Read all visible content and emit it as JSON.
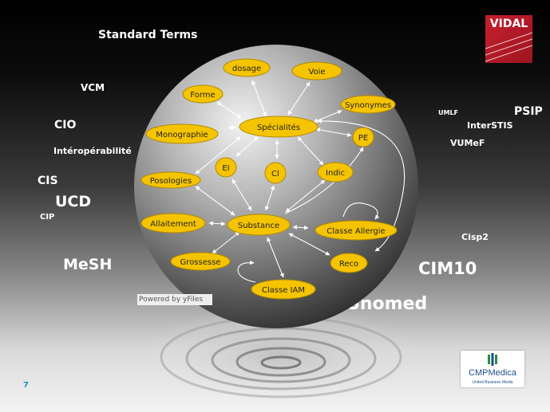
{
  "slide": {
    "page_number": "7",
    "watermark": "Powered by yFiles"
  },
  "logos": {
    "vidal": "VIDAL",
    "cmp_name": "CMPMedica",
    "cmp_subtitle": "United Business Media"
  },
  "terms": {
    "standard_terms": "Standard Terms",
    "vcm": "VCM",
    "cio": "CIO",
    "interoperabilite": "Intéropérabilité",
    "cis": "CIS",
    "ucd": "UCD",
    "cip": "CIP",
    "mesh": "MeSH",
    "umlf": "UMLF",
    "psip": "PSIP",
    "interstis": "InterSTIS",
    "vumef": "VUMeF",
    "cisp2": "Cisp2",
    "cim10": "CIM10",
    "snomed": "Snomed"
  },
  "nodes": {
    "dosage": "dosage",
    "voie": "Voie",
    "forme": "Forme",
    "synonymes": "Synonymes",
    "monographie": "Monographie",
    "specialites": "Spécialités",
    "pe": "PE",
    "ei": "EI",
    "ci": "CI",
    "indic": "Indic",
    "posologies": "Posologies",
    "allaitement": "Allaitement",
    "substance": "Substance",
    "classe_allergie": "Classe Allergie",
    "grossesse": "Grossesse",
    "reco": "Reco",
    "classe_iam": "Classe IAM"
  },
  "colors": {
    "node_fill": "#f5c400",
    "node_stroke": "#b08a00",
    "vidal_red": "#c61f2e",
    "edge": "#ffffff",
    "page_number": "#1a8fc0"
  }
}
